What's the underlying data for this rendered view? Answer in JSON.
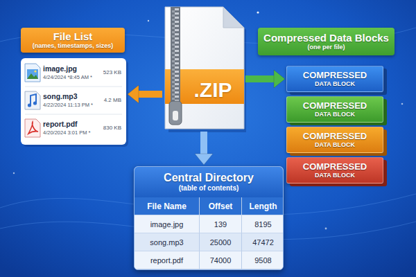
{
  "diagram": {
    "nodes": [
      {
        "text": [
          ".ZIP"
        ]
      },
      {
        "text": [
          "File List",
          "(names, timestamps, sizes)"
        ]
      },
      {
        "text": [
          "image.jpg",
          "4/24/2024 *8:45 AM *",
          "523 KB",
          "song.mp3",
          "4/22/2024 11:13 PM *",
          "4.2 MB",
          "report.pdf",
          "4/20/2024 3:01 PM *",
          "830 KB"
        ]
      },
      {
        "text": [
          "Compressed Data Blocks",
          "(one per file)"
        ]
      },
      {
        "text": [
          "COMPRESSED",
          "DATA BLOCK"
        ]
      },
      {
        "text": [
          "COMPRESSED",
          "DATA BLOCK"
        ]
      },
      {
        "text": [
          "COMPRESSED",
          "DATA BLOCK"
        ]
      },
      {
        "text": [
          "COMPRESSED",
          "DATA BLOCK"
        ]
      },
      {
        "text": [
          "Central Directory",
          "(table of contents)"
        ]
      }
    ],
    "edges": [
      {
        "from": 0,
        "to": 2,
        "arrow": "to"
      },
      {
        "from": 0,
        "to": 4,
        "arrow": "to"
      },
      {
        "from": 0,
        "to": 8,
        "arrow": "to"
      }
    ],
    "labels": [
      "File Name",
      "Offset",
      "Length",
      "image.jpg",
      "139",
      "8195",
      "song.mp3",
      "25000",
      "47472",
      "report.pdf",
      "74000",
      "9508"
    ]
  }
}
